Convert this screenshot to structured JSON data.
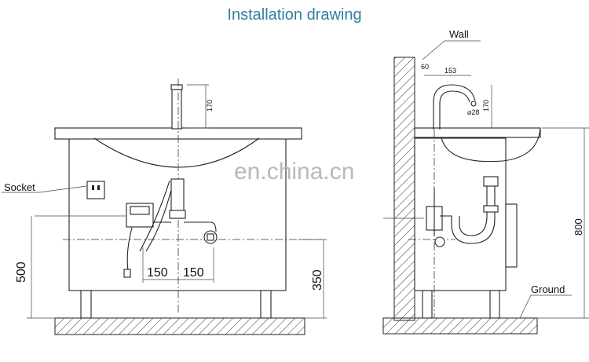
{
  "title": "Installation drawing",
  "watermark": "en.china.cn",
  "front_view": {
    "socket_label": "Socket",
    "dim_faucet_height": "170",
    "dim_150_left": "150",
    "dim_150_right": "150",
    "dim_500": "500",
    "dim_350": "350"
  },
  "side_view": {
    "wall_label": "Wall",
    "ground_label": "Ground",
    "dim_60": "60",
    "dim_153": "153",
    "dim_170": "170",
    "dim_800": "800",
    "diameter_label": "⌀28"
  },
  "colors": {
    "title": "#2f7fa0",
    "lines": "#222222",
    "watermark": "#b9b9b9"
  }
}
